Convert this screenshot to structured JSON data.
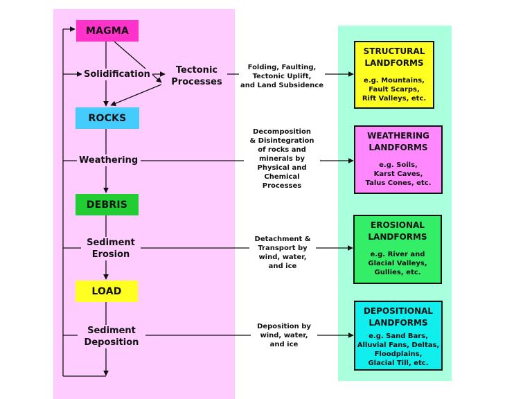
{
  "stages": {
    "magma": "MAGMA",
    "rocks": "ROCKS",
    "debris": "DEBRIS",
    "load": "LOAD"
  },
  "processes": {
    "solidification": "Solidification",
    "tectonic": "Tectonic\nProcesses",
    "weathering": "Weathering",
    "sediment_erosion": "Sediment\nErosion",
    "sediment_deposition": "Sediment\nDeposition"
  },
  "notes": {
    "structural": "Folding, Faulting,\nTectonic Uplift,\nand Land Subsidence",
    "weathering": "Decomposition\n& Disintegration\nof rocks and\nminerals by\nPhysical and\nChemical\nProcesses",
    "erosional": "Detachment &\nTransport by\nwind, water,\nand ice",
    "depositional": "Deposition by\nwind, water,\nand ice"
  },
  "landforms": {
    "structural": {
      "title": "STRUCTURAL\nLANDFORMS",
      "examples": "e.g. Mountains,\nFault Scarps,\nRift Valleys, etc."
    },
    "weathering": {
      "title": "WEATHERING\nLANDFORMS",
      "examples": "e.g. Soils,\nKarst Caves,\nTalus Cones, etc."
    },
    "erosional": {
      "title": "EROSIONAL\nLANDFORMS",
      "examples": "e.g. River  and\nGlacial Valleys,\nGullies, etc."
    },
    "depositional": {
      "title": "DEPOSITIONAL\nLANDFORMS",
      "examples": "e.g. Sand Bars,\nAlluvial Fans, Deltas,\nFloodplains,\nGlacial Till, etc."
    }
  },
  "colors": {
    "left_panel": "#ffccff",
    "right_panel": "#aaffdd",
    "magma": "#ff33cc",
    "rocks": "#44ccff",
    "debris": "#22cc33",
    "load": "#ffff22",
    "structural": "#ffff22",
    "weathering": "#ff88ff",
    "erosional": "#33ee66",
    "depositional": "#11eeee"
  }
}
